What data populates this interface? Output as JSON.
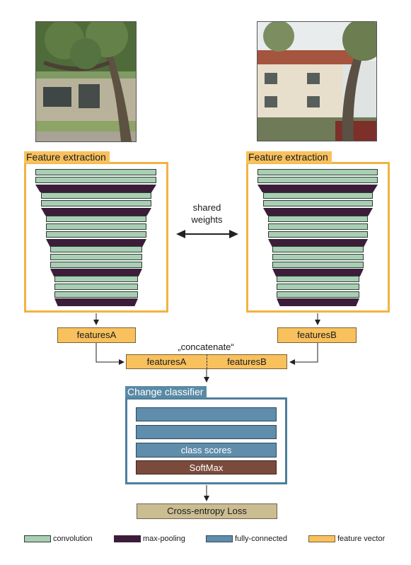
{
  "left_branch": {
    "title": "Feature extraction",
    "feature_label": "featuresA"
  },
  "right_branch": {
    "title": "Feature extraction",
    "feature_label": "featuresB"
  },
  "shared_weights": {
    "line1": "shared",
    "line2": "weights"
  },
  "concatenate": {
    "label": "„concatenate“",
    "part_a": "featuresA",
    "part_b": "featuresB"
  },
  "classifier": {
    "title": "Change classifier",
    "class_scores": "class scores",
    "softmax": "SoftMax"
  },
  "loss": {
    "label": "Cross-entropy Loss"
  },
  "legend": {
    "items": [
      {
        "label": "convolution",
        "color": "#a8cfb3"
      },
      {
        "label": "max-pooling",
        "color": "#3b1d3a"
      },
      {
        "label": "fully-connected",
        "color": "#5f8dab"
      },
      {
        "label": "feature vector",
        "color": "#f8c15e"
      }
    ]
  },
  "colors": {
    "feature_box_border": "#f2b342",
    "classifier_border": "#4c7f9a",
    "arrow": "#222222"
  }
}
